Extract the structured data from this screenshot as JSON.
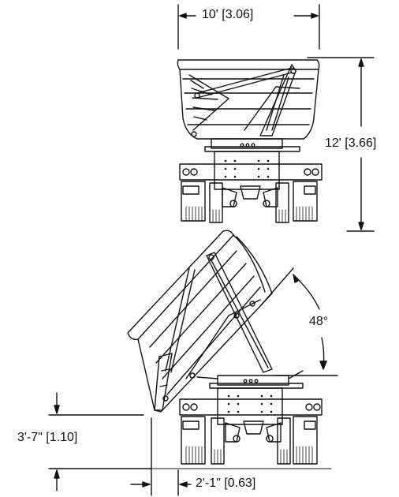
{
  "dimensions": {
    "width": "10' [3.06]",
    "height": "12' [3.66]",
    "tilt_angle": "48°",
    "clearance_height": "3'-7\" [1.10]",
    "side_offset": "2'-1\" [0.63]"
  }
}
